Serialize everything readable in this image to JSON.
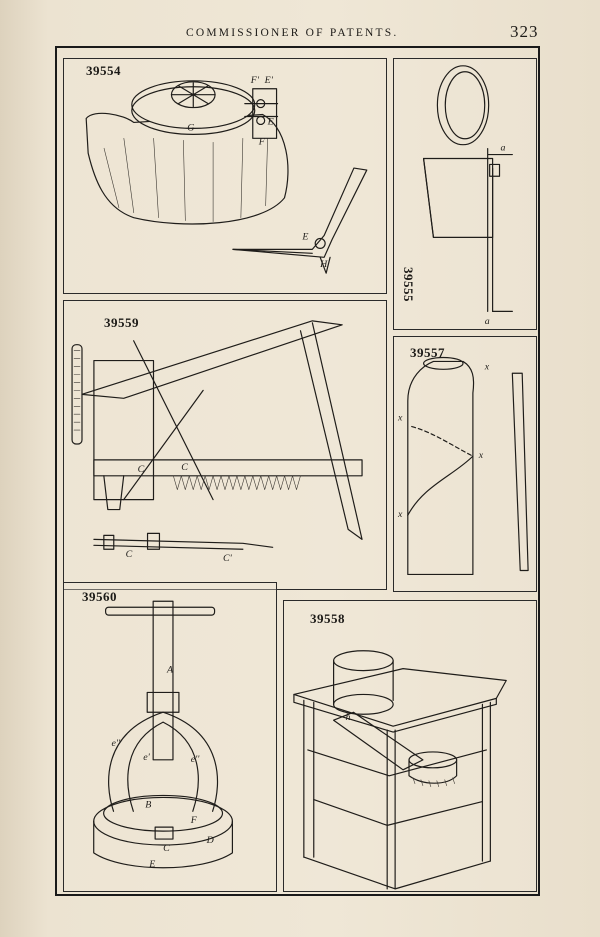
{
  "header": {
    "title": "COMMISSIONER OF PATENTS.",
    "page_number": "323"
  },
  "figures": [
    {
      "id": "p1",
      "number": "39554",
      "letters": [
        "F'",
        "E'",
        "G",
        "E",
        "F",
        "E",
        "H"
      ]
    },
    {
      "id": "p2",
      "number": "39555",
      "letters": [
        "a",
        "a"
      ]
    },
    {
      "id": "p3",
      "number": "39559",
      "letters": [
        "C",
        "C",
        "C",
        "C'"
      ]
    },
    {
      "id": "p4",
      "number": "39557",
      "letters": [
        "x",
        "x",
        "x",
        "x"
      ]
    },
    {
      "id": "p5",
      "number": "39560",
      "letters": [
        "A",
        "e''",
        "e'",
        "e''",
        "B",
        "F",
        "C",
        "D",
        "E"
      ]
    },
    {
      "id": "p6",
      "number": "39558",
      "letters": [
        "h"
      ]
    }
  ]
}
